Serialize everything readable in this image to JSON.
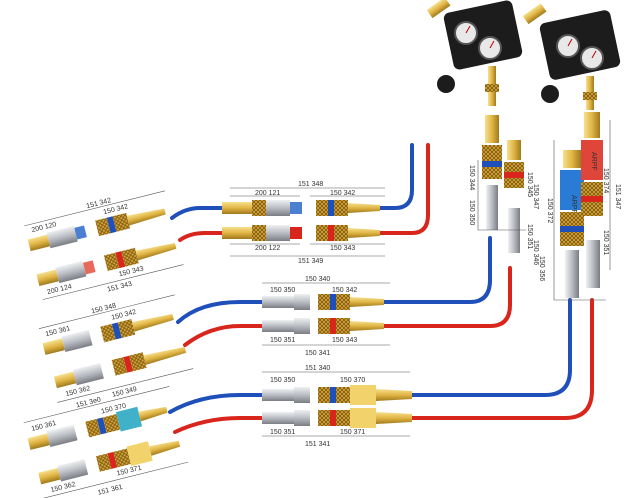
{
  "colors": {
    "oxygen_hose": "#1f4fb8",
    "fuel_hose": "#d9261c",
    "brass": "#e7c255",
    "brass_dark": "#9e7a1d",
    "steel": "#c4c7cc",
    "regulator_body": "#1c1c1c",
    "mesh": "#c08d1f"
  },
  "labels": {
    "top_center_row": {
      "top": "151 348",
      "left_upper": "200 121",
      "right_upper": "150 342",
      "left_lower": "200 122",
      "right_lower": "150 343",
      "bottom": "151 349"
    },
    "left_group_1": {
      "top": "151 342",
      "a": "200 120",
      "b": "150 342",
      "c": "200 124",
      "d": "150 343",
      "bottom": "151 343"
    },
    "middle_row": {
      "top": "150 340",
      "left_upper": "150 350",
      "right_upper": "150 342",
      "left_lower": "150 351",
      "right_lower": "150 343",
      "bottom": "150 341"
    },
    "left_group_2": {
      "top": "150 348",
      "a": "150 361",
      "b": "150 342",
      "c": "150 362",
      "d": "150 349"
    },
    "bottom_row": {
      "top": "151 340",
      "left_upper": "150 350",
      "right_upper": "150 370",
      "left_lower": "150 351",
      "right_lower": "150 371",
      "bottom": "151 341"
    },
    "left_group_3": {
      "top": "151 3e0",
      "a": "150 361",
      "b": "150 370",
      "c": "150 362",
      "d": "150 371",
      "bottom": "151 361"
    },
    "right_vertical": {
      "v1": "150 344",
      "v2": "150 345",
      "v3": "150 350",
      "v4": "150 351",
      "v5": "150 347",
      "v6": "150 346",
      "v7": "150 356",
      "v8": "150 372",
      "v9": "150 374",
      "v10": "150 351",
      "v11": "151 347"
    }
  },
  "arrow_badge": "ARPF"
}
